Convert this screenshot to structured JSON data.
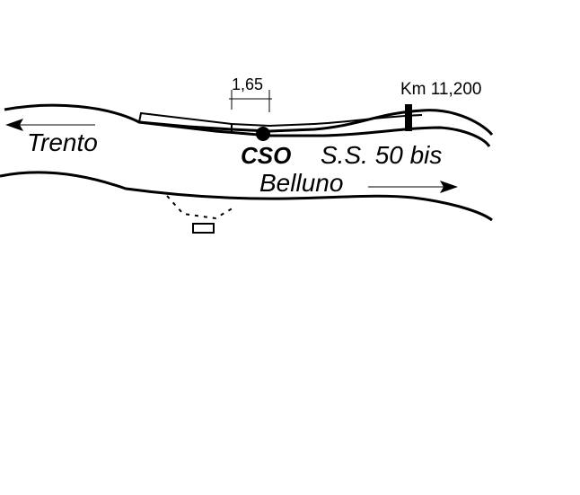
{
  "labels": {
    "width_dim": "1,65",
    "km_marker": "Km 11,200",
    "west_direction": "Trento",
    "site_code": "CSO",
    "road_name": "S.S. 50 bis",
    "east_direction": "Belluno"
  },
  "colors": {
    "line": "#000000",
    "background": "#ffffff"
  },
  "icons": {
    "west_arrow": "arrow-left-icon",
    "east_arrow": "arrow-right-icon",
    "station": "filled-circle-icon"
  }
}
